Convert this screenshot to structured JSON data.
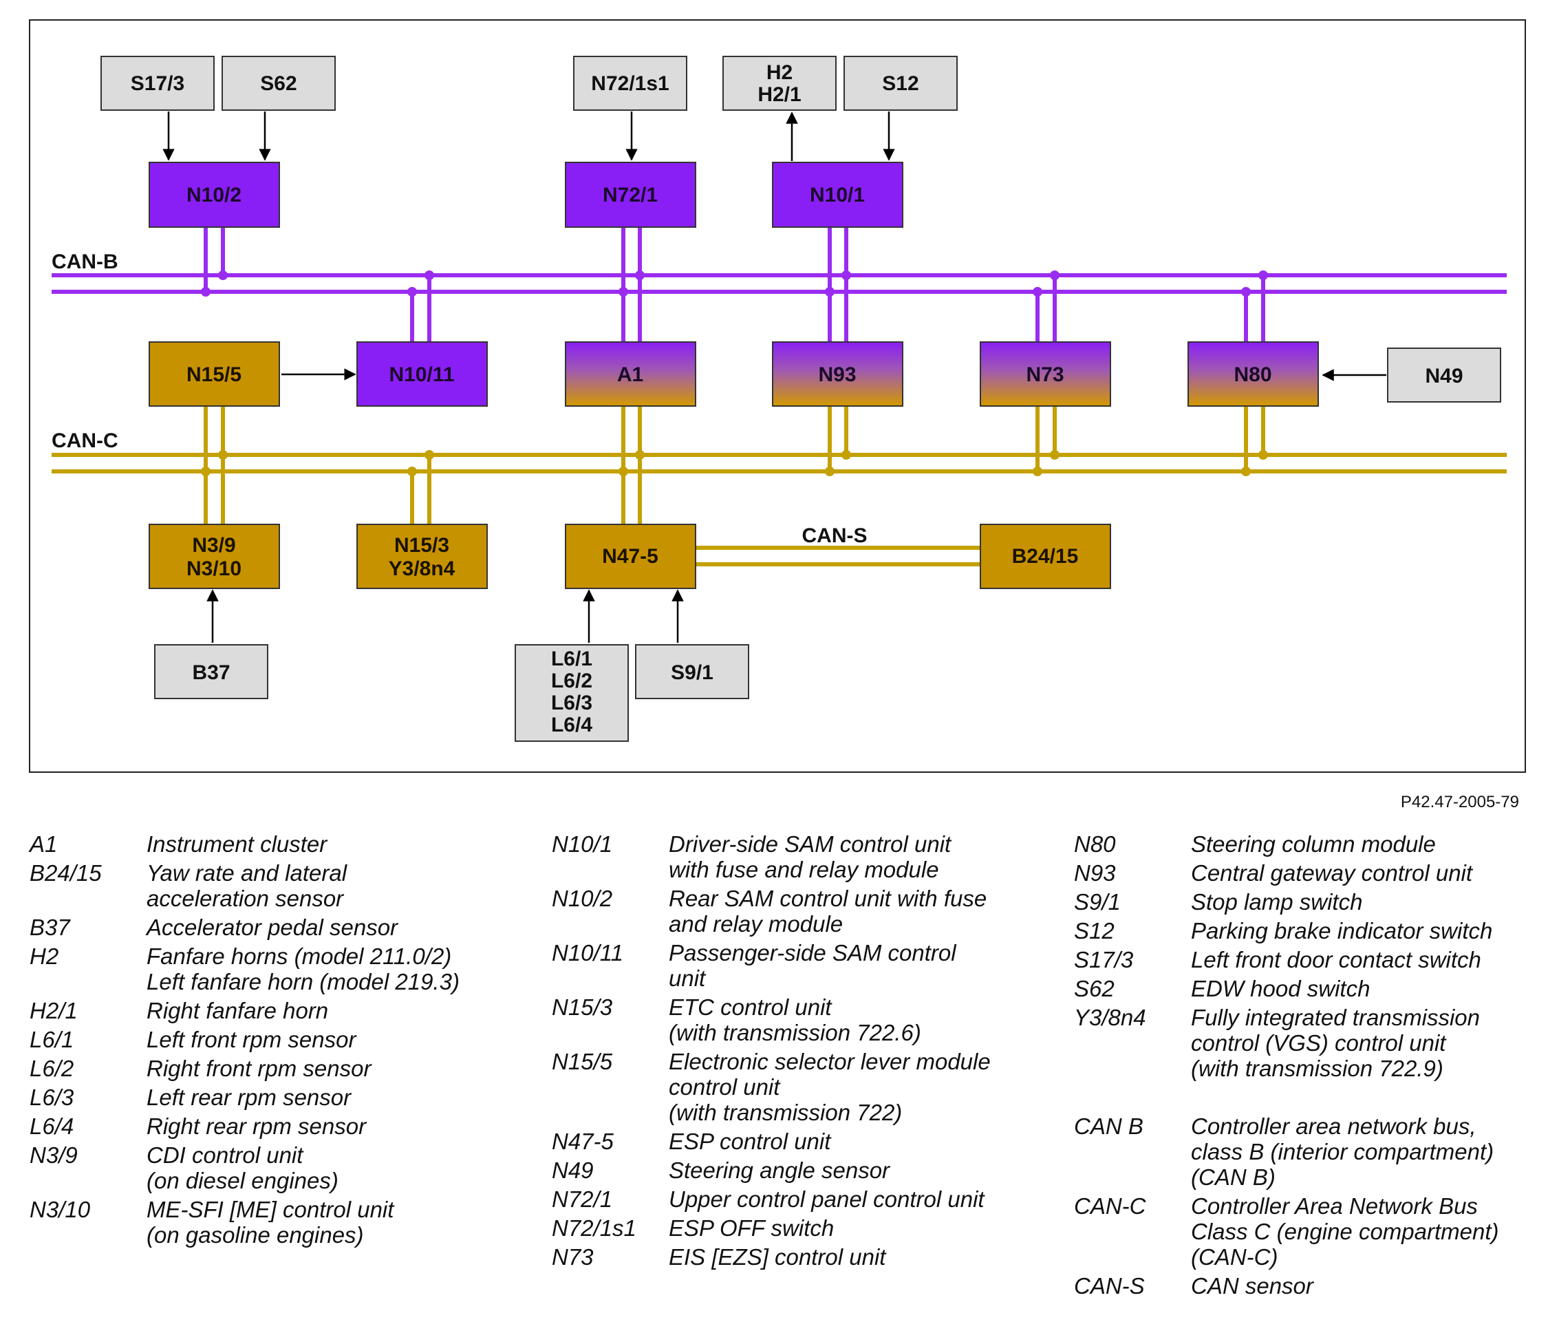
{
  "diagram": {
    "buses": {
      "can_b": "CAN-B",
      "can_c": "CAN-C",
      "can_s": "CAN-S"
    },
    "colors": {
      "can_b": "#9a2cf0",
      "can_c": "#c4a000",
      "purple_box": "#8a1ff5",
      "gold_box": "#c79200",
      "grey_box": "#dcdcdc"
    },
    "boxes": {
      "s17_3": "S17/3",
      "s62": "S62",
      "n72_1s1": "N72/1s1",
      "h2_line1": "H2",
      "h2_line2": "H2/1",
      "s12": "S12",
      "n10_2": "N10/2",
      "n72_1": "N72/1",
      "n10_1": "N10/1",
      "n15_5": "N15/5",
      "n10_11": "N10/11",
      "a1": "A1",
      "n93": "N93",
      "n73": "N73",
      "n80": "N80",
      "n49": "N49",
      "n3_line1": "N3/9",
      "n3_line2": "N3/10",
      "n15_3_line1": "N15/3",
      "n15_3_line2": "Y3/8n4",
      "n47_5": "N47-5",
      "b24_15": "B24/15",
      "b37": "B37",
      "l6_1": "L6/1",
      "l6_2": "L6/2",
      "l6_3": "L6/3",
      "l6_4": "L6/4",
      "s9_1": "S9/1"
    },
    "reference": "P42.47-2005-79"
  },
  "legend": {
    "col1": [
      {
        "code": "A1",
        "lines": [
          "Instrument cluster"
        ]
      },
      {
        "code": "B24/15",
        "lines": [
          "Yaw rate and lateral",
          "acceleration sensor"
        ]
      },
      {
        "code": "B37",
        "lines": [
          "Accelerator pedal sensor"
        ]
      },
      {
        "code": "H2",
        "lines": [
          "Fanfare horns (model 211.0/2)",
          "Left fanfare horn (model 219.3)"
        ]
      },
      {
        "code": "H2/1",
        "lines": [
          "Right fanfare horn"
        ]
      },
      {
        "code": "L6/1",
        "lines": [
          "Left front rpm sensor"
        ]
      },
      {
        "code": "L6/2",
        "lines": [
          "Right front rpm sensor"
        ]
      },
      {
        "code": "L6/3",
        "lines": [
          "Left rear rpm sensor"
        ]
      },
      {
        "code": "L6/4",
        "lines": [
          "Right rear rpm sensor"
        ]
      },
      {
        "code": "N3/9",
        "lines": [
          "CDI control unit",
          "(on diesel engines)"
        ]
      },
      {
        "code": "N3/10",
        "lines": [
          "ME-SFI [ME] control unit",
          "(on gasoline engines)"
        ]
      }
    ],
    "col2": [
      {
        "code": "N10/1",
        "lines": [
          "Driver-side SAM control unit",
          "with fuse and relay module"
        ]
      },
      {
        "code": "N10/2",
        "lines": [
          "Rear SAM control unit with fuse",
          "and relay module"
        ]
      },
      {
        "code": "N10/11",
        "lines": [
          "Passenger-side SAM control",
          "unit"
        ]
      },
      {
        "code": "N15/3",
        "lines": [
          "ETC control unit",
          "(with transmission 722.6)"
        ]
      },
      {
        "code": "N15/5",
        "lines": [
          "Electronic selector lever module",
          "control unit",
          "(with transmission 722)"
        ]
      },
      {
        "code": "N47-5",
        "lines": [
          "ESP control unit"
        ]
      },
      {
        "code": "N49",
        "lines": [
          "Steering angle sensor"
        ]
      },
      {
        "code": "N72/1",
        "lines": [
          "Upper control panel control unit"
        ]
      },
      {
        "code": "N72/1s1",
        "lines": [
          "ESP OFF switch"
        ]
      },
      {
        "code": "N73",
        "lines": [
          "EIS [EZS] control unit"
        ]
      }
    ],
    "col3": [
      {
        "code": "N80",
        "lines": [
          "Steering column module"
        ]
      },
      {
        "code": "N93",
        "lines": [
          "Central gateway control unit"
        ]
      },
      {
        "code": "S9/1",
        "lines": [
          "Stop lamp switch"
        ]
      },
      {
        "code": "S12",
        "lines": [
          "Parking brake indicator switch"
        ]
      },
      {
        "code": "S17/3",
        "lines": [
          "Left front door contact switch"
        ]
      },
      {
        "code": "S62",
        "lines": [
          "EDW hood switch"
        ]
      },
      {
        "code": "Y3/8n4",
        "lines": [
          "Fully integrated transmission",
          "control (VGS) control unit",
          "(with transmission 722.9)"
        ]
      },
      {
        "gap": true
      },
      {
        "code": "CAN B",
        "lines": [
          "Controller area network bus,",
          "class B (interior compartment)",
          "(CAN B)"
        ]
      },
      {
        "code": "CAN-C",
        "lines": [
          "Controller Area Network Bus",
          "Class C (engine compartment)",
          "(CAN-C)"
        ]
      },
      {
        "code": "CAN-S",
        "lines": [
          "CAN sensor"
        ]
      }
    ]
  }
}
